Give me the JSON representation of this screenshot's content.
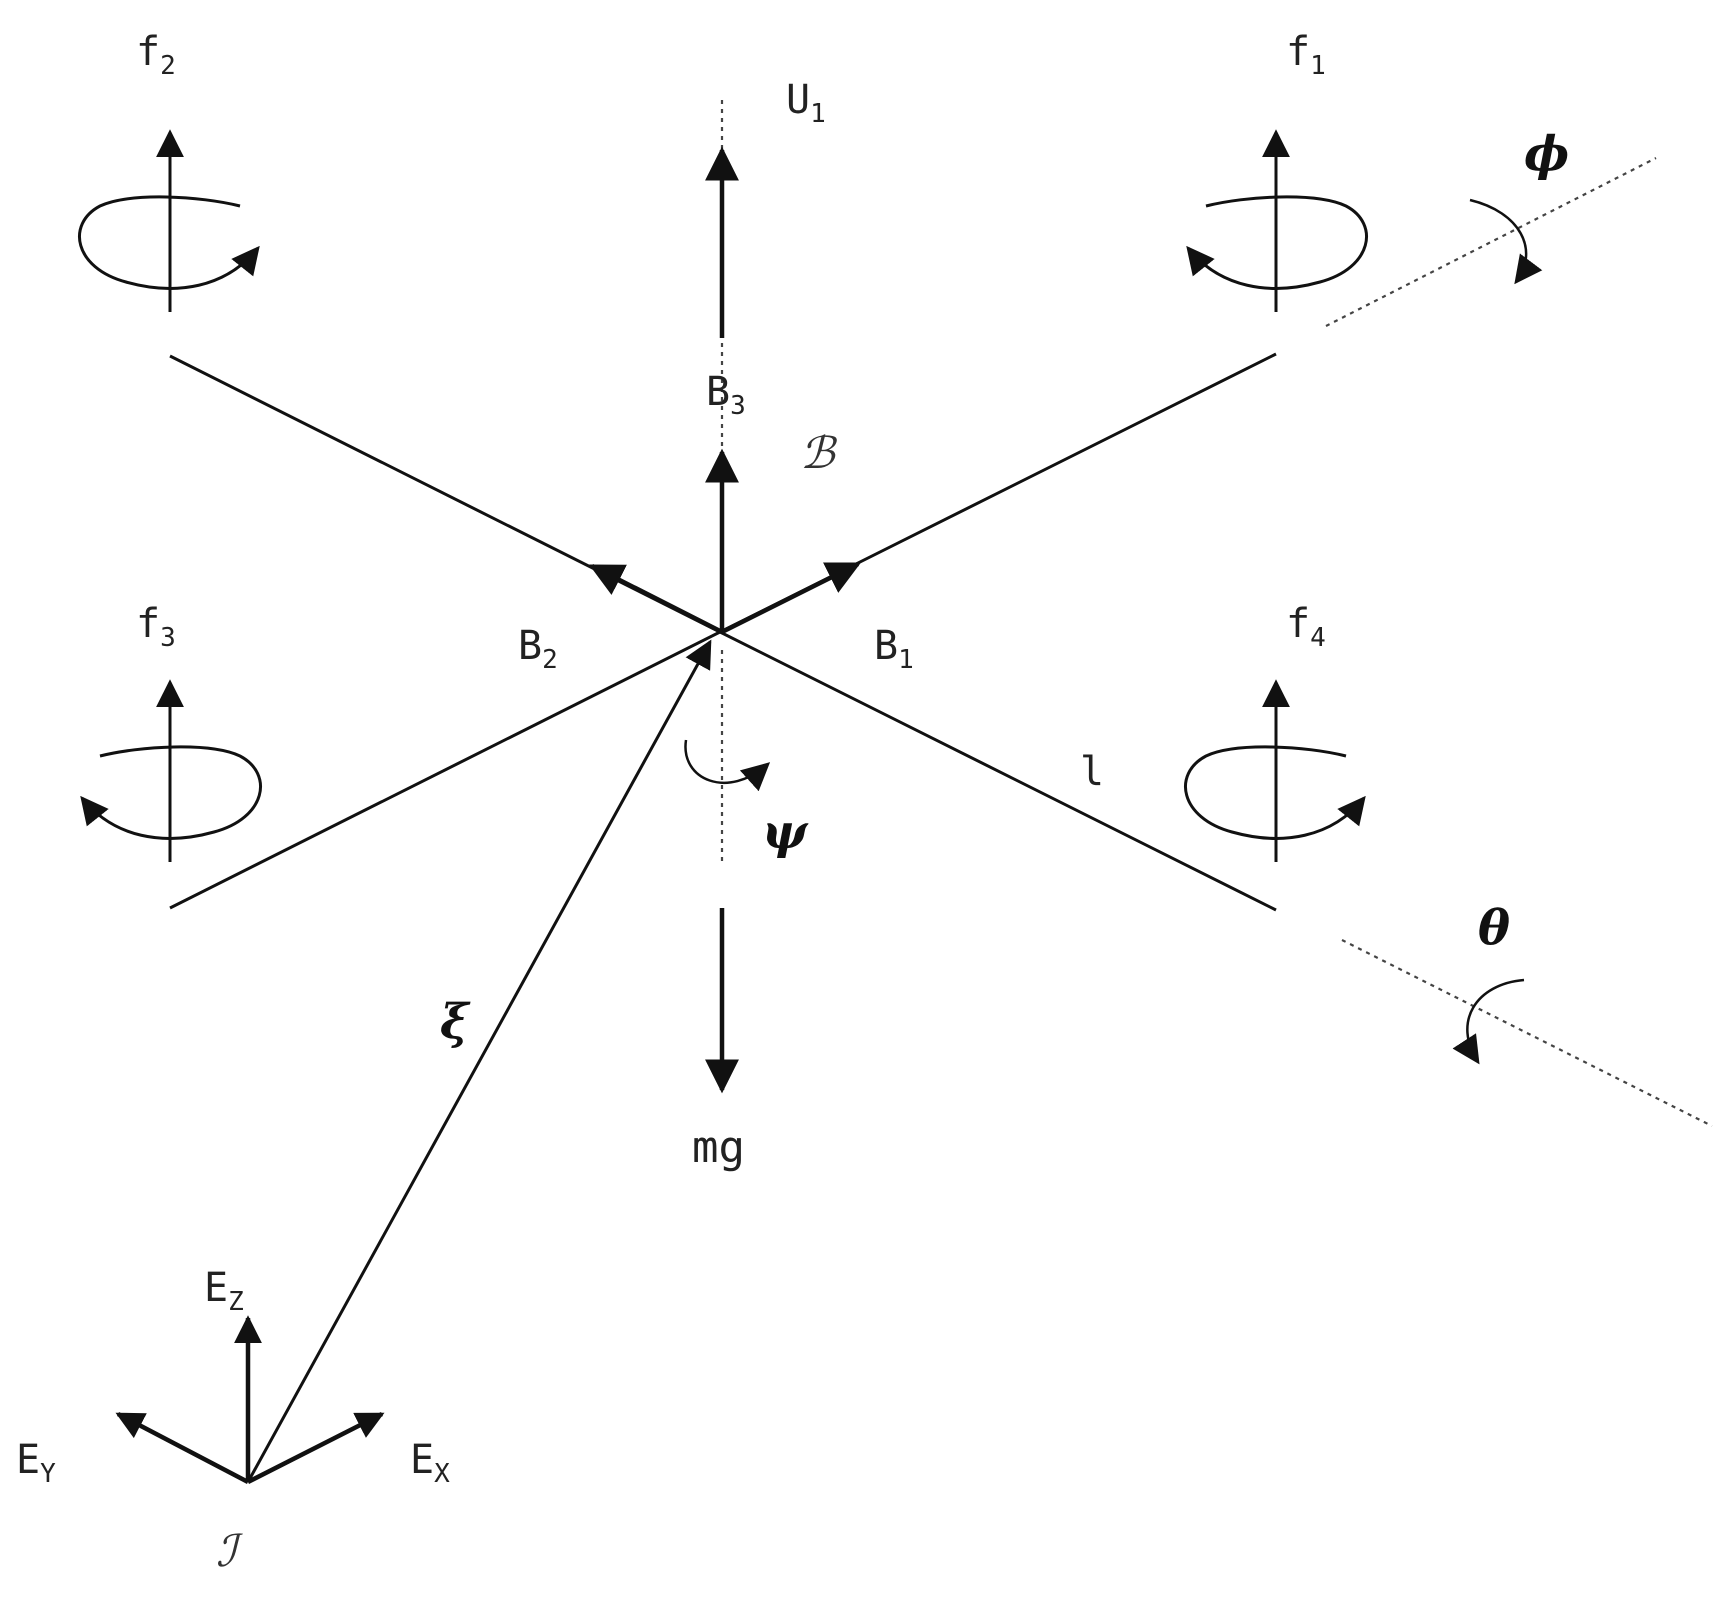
{
  "labels": {
    "f1": {
      "base": "f",
      "sub": "1"
    },
    "f2": {
      "base": "f",
      "sub": "2"
    },
    "f3": {
      "base": "f",
      "sub": "3"
    },
    "f4": {
      "base": "f",
      "sub": "4"
    },
    "u1": {
      "base": "U",
      "sub": "1"
    },
    "b1": {
      "base": "B",
      "sub": "1"
    },
    "b2": {
      "base": "B",
      "sub": "2"
    },
    "b3": {
      "base": "B",
      "sub": "3"
    },
    "body_frame": "ℬ",
    "arm_length": "l",
    "phi": "ϕ",
    "theta": "θ",
    "psi": "ψ",
    "xi": "ξ",
    "weight": "mg",
    "ez": {
      "base": "E",
      "sub": "Z"
    },
    "ey": {
      "base": "E",
      "sub": "Y"
    },
    "ex": {
      "base": "E",
      "sub": "X"
    },
    "inertial_frame": "ℐ"
  },
  "colors": {
    "stroke": "#111111",
    "text": "#222222",
    "background": "#ffffff"
  }
}
